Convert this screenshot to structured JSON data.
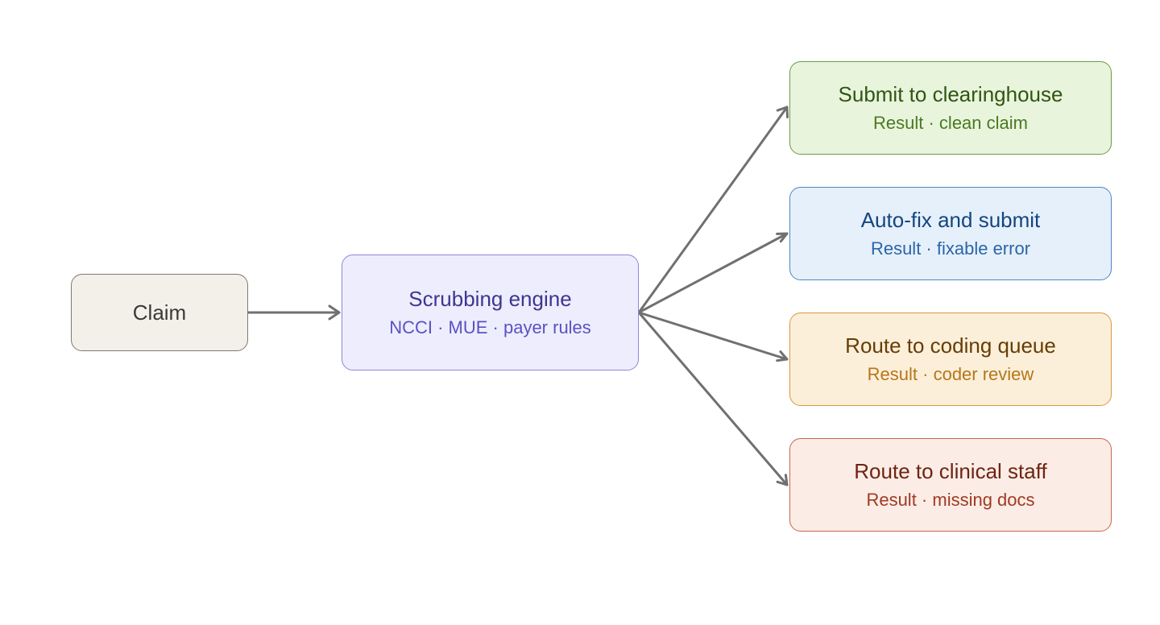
{
  "colors": {
    "edge": "#707070"
  },
  "nodes": {
    "claim": {
      "title": "Claim"
    },
    "engine": {
      "title": "Scrubbing engine",
      "subtitle": "NCCI · MUE · payer rules"
    },
    "submit": {
      "title": "Submit to clearinghouse",
      "subtitle": "Result · clean claim"
    },
    "autofix": {
      "title": "Auto-fix and submit",
      "subtitle": "Result · fixable error"
    },
    "coding": {
      "title": "Route to coding queue",
      "subtitle": "Result · coder review"
    },
    "clinical": {
      "title": "Route to clinical staff",
      "subtitle": "Result · missing docs"
    }
  }
}
